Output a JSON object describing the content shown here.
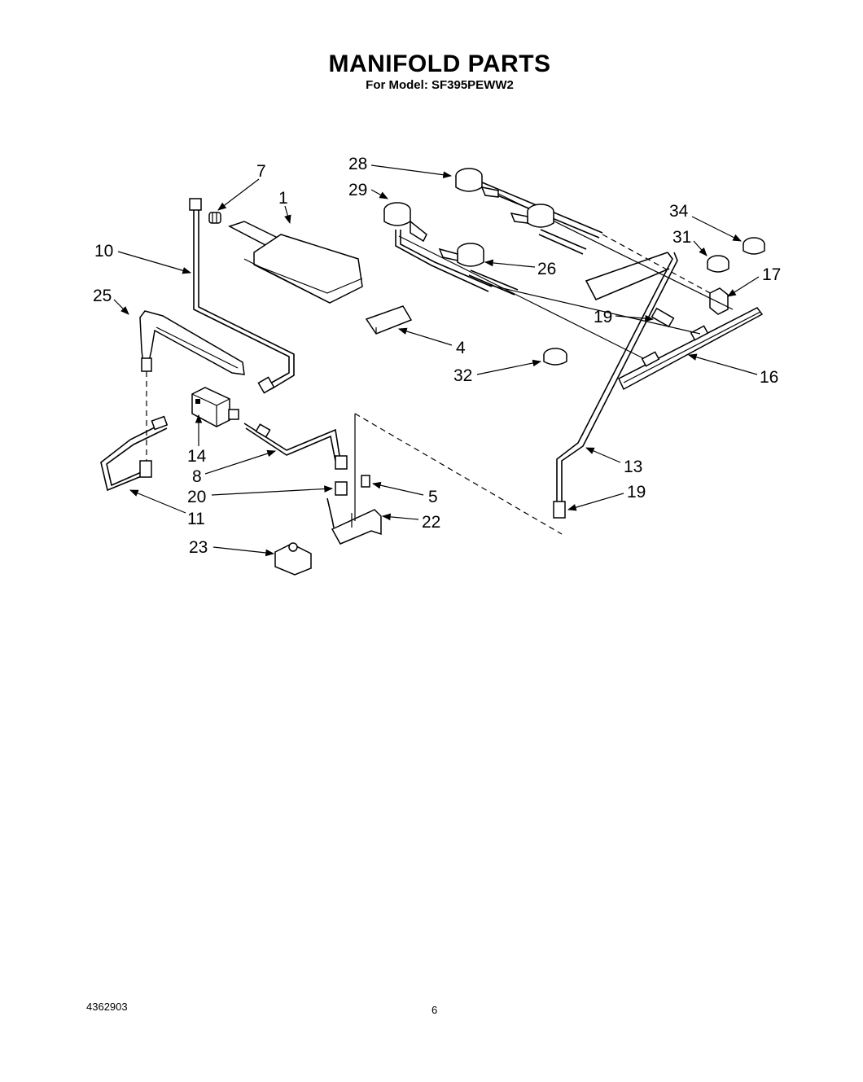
{
  "header": {
    "title": "MANIFOLD PARTS",
    "subtitle": "For Model: SF395PEWW2"
  },
  "callouts": {
    "p1": "1",
    "p4": "4",
    "p5": "5",
    "p7": "7",
    "p8": "8",
    "p10": "10",
    "p11": "11",
    "p13": "13",
    "p14": "14",
    "p16": "16",
    "p17": "17",
    "p19a": "19",
    "p19b": "19",
    "p20": "20",
    "p22": "22",
    "p23": "23",
    "p25": "25",
    "p26": "26",
    "p28": "28",
    "p29": "29",
    "p31": "31",
    "p32": "32",
    "p34": "34"
  },
  "footer": {
    "doc_number": "4362903",
    "page_number": "6"
  }
}
